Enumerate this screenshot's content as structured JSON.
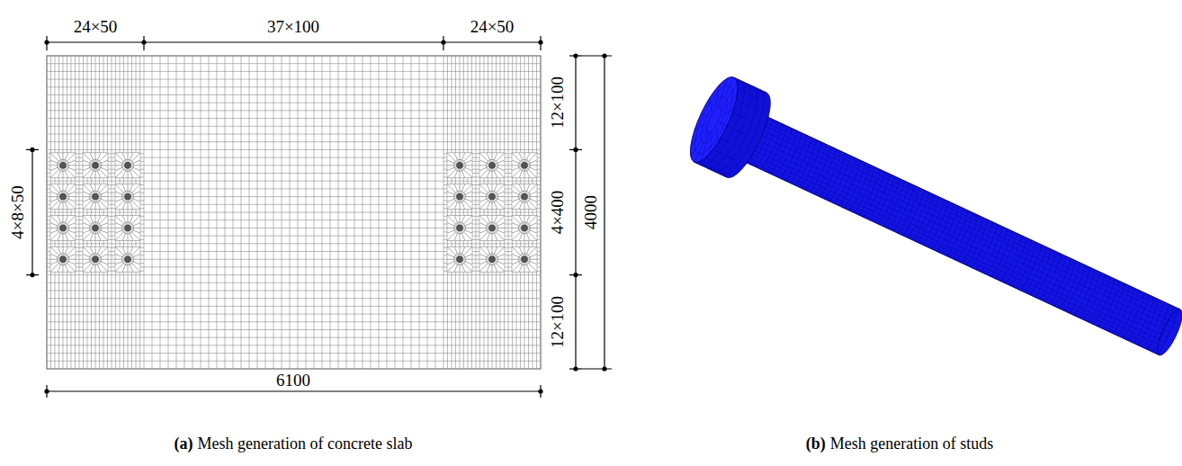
{
  "diagram": {
    "labels": [
      "24×50",
      "37×100",
      "24×50",
      "12×100",
      "4×400",
      "4000",
      "12×100",
      "4×8×50",
      "6100",
      "(a)",
      "Mesh generation of concrete slab",
      "(b)",
      "Mesh generation of studs"
    ]
  }
}
